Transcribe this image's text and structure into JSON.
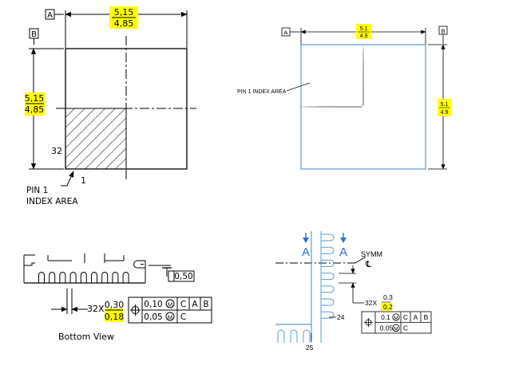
{
  "colors": {
    "ink": "#000000",
    "highlight": "#ffff00",
    "blue": "#5b9bd5",
    "blue_dark": "#2f6fd0"
  },
  "left_top": {
    "datum_a": "A",
    "datum_b": "B",
    "width_max": "5,15",
    "width_min": "4,85",
    "height_max": "5,15",
    "height_min": "4,85",
    "pin_count_label": "32",
    "pin_one_label": "1",
    "pin1_line1": "PIN 1",
    "pin1_line2": "INDEX AREA"
  },
  "right_top": {
    "datum_a": "A",
    "datum_b": "B",
    "width_max": "5.1",
    "width_min": "4.9",
    "height_max": "5.1",
    "height_min": "4.9",
    "pin1_label": "PIN 1 INDEX AREA"
  },
  "left_bottom": {
    "flatness": "0,50",
    "count": "32X",
    "lead_max": "0,30",
    "lead_min": "0,18",
    "fcf_row1": [
      "0,10",
      "C",
      "A",
      "B"
    ],
    "fcf_row2": [
      "0,05",
      "C"
    ],
    "caption": "Bottom View"
  },
  "right_bottom": {
    "section_a_left": "A",
    "section_a_right": "A",
    "symm": "SYMM",
    "count": "32X",
    "lead_max": "0.3",
    "lead_min": "0.2",
    "fcf_row1": [
      "0.1",
      "C",
      "A",
      "B"
    ],
    "fcf_row2": [
      "0.05",
      "C"
    ],
    "pin_24": "24",
    "pin_25": "25"
  }
}
